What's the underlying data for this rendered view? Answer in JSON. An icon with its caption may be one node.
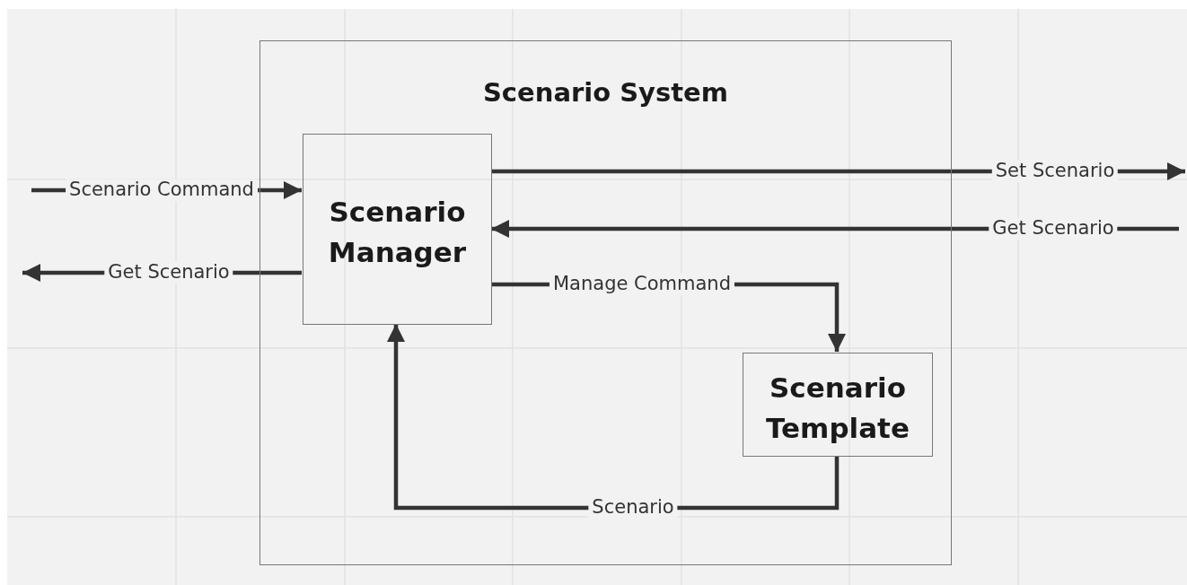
{
  "diagram": {
    "nodes": [
      {
        "text": [
          "Scenario System"
        ]
      },
      {
        "text": [
          "Scenario Manager"
        ],
        "in": 0
      },
      {
        "text": [
          "Scenario Template"
        ],
        "in": 0
      }
    ],
    "edges": [
      {
        "from": null,
        "to": 1,
        "arrow": "to",
        "label": "Scenario Command"
      },
      {
        "from": 1,
        "to": null,
        "arrow": "to",
        "label": "Get Scenario"
      },
      {
        "from": 1,
        "to": null,
        "arrow": "to",
        "label": "Set Scenario"
      },
      {
        "from": null,
        "to": 1,
        "arrow": "to",
        "label": "Get Scenario"
      },
      {
        "from": 1,
        "to": 2,
        "arrow": "to",
        "label": "Manage Command"
      },
      {
        "from": 2,
        "to": 1,
        "arrow": "to",
        "label": "Scenario"
      }
    ]
  }
}
